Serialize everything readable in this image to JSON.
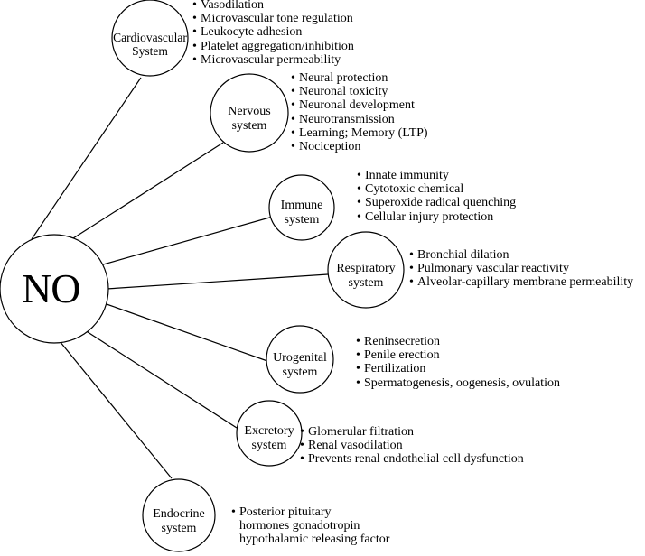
{
  "hub": {
    "label": "NO"
  },
  "systems": [
    {
      "label": "Cardiovascular\nSystem",
      "items": [
        "Vasodilation",
        "Microvascular tone regulation",
        "Leukocyte adhesion",
        "Platelet aggregation/inhibition",
        "Microvascular permeability"
      ]
    },
    {
      "label": "Nervous\nsystem",
      "items": [
        "Neural protection",
        "Neuronal toxicity",
        "Neuronal development",
        "Neurotransmission",
        "Learning; Memory (LTP)",
        "Nociception"
      ]
    },
    {
      "label": "Immune\nsystem",
      "items": [
        "Innate immunity",
        "Cytotoxic chemical",
        "Superoxide radical quenching",
        "Cellular injury protection"
      ]
    },
    {
      "label": "Respiratory\nsystem",
      "items": [
        "Bronchial dilation",
        "Pulmonary vascular reactivity",
        "Alveolar-capillary membrane permeability"
      ]
    },
    {
      "label": "Urogenital\nsystem",
      "items": [
        "Reninsecretion",
        "Penile erection",
        "Fertilization",
        "Spermatogenesis, oogenesis, ovulation"
      ]
    },
    {
      "label": "Excretory\nsystem",
      "items": [
        "Glomerular filtration",
        "Renal vasodilation",
        "Prevents renal endothelial cell dysfunction"
      ]
    },
    {
      "label": "Endocrine\nsystem",
      "items": [
        "Posterior pituitary",
        "hormones gonadotropin",
        "hypothalamic releasing factor"
      ]
    }
  ]
}
